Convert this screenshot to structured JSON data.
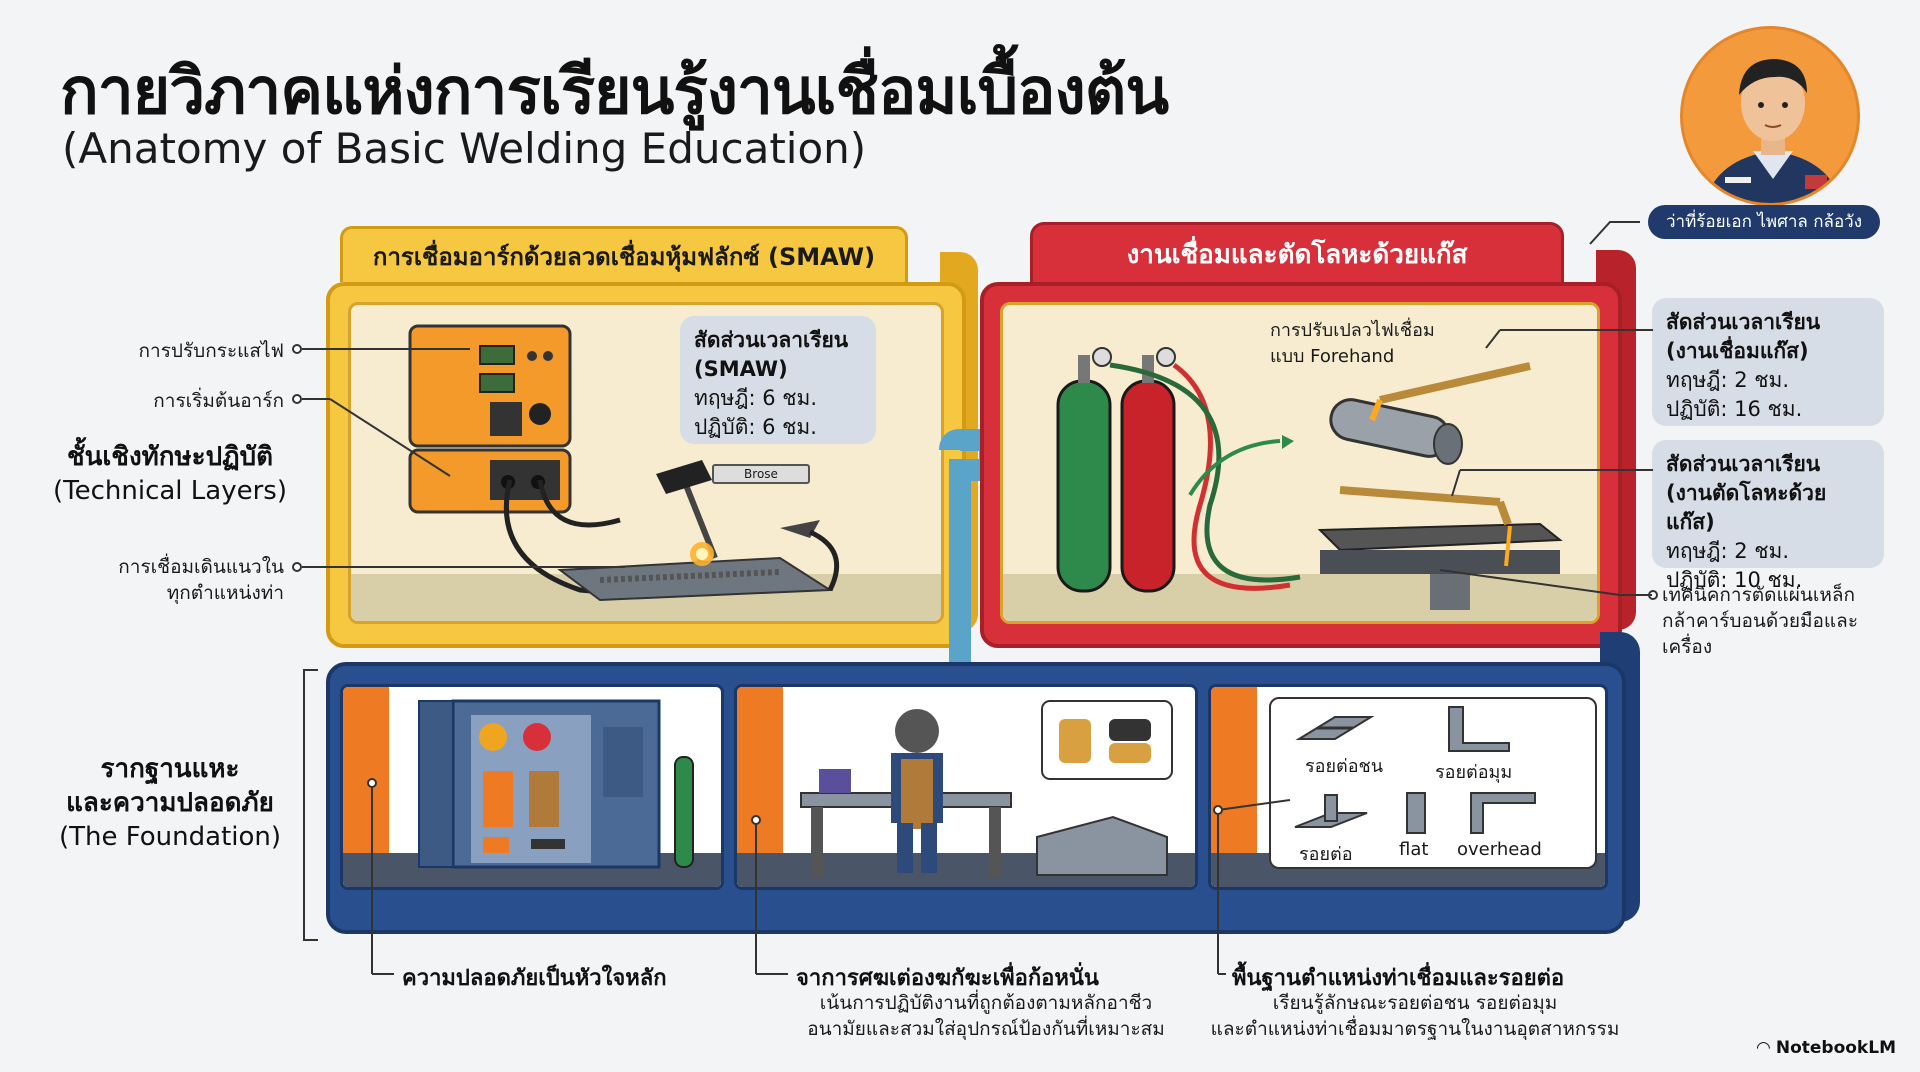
{
  "header": {
    "title_th": "กายวิภาคแห่งการเรียนรู้งานเชื่อมเบื้องต้น",
    "title_en": "(Anatomy of Basic Welding Education)"
  },
  "author": {
    "name": "ว่าที่ร้อยเอก ไพศาล กล้อวัง"
  },
  "sections": {
    "technical_label_th": "ชั้นเชิงทักษะปฏิบัติ",
    "technical_label_en": "(Technical Layers)",
    "foundation_label_th_1": "รากฐานแหะ",
    "foundation_label_th_2": "และความปลอดภัย",
    "foundation_label_en": "(The Foundation)"
  },
  "smaw": {
    "tab": "การเชื่อมอาร์กด้วยลวดเชื่อมหุ้มฟลักซ์ (SMAW)",
    "info_title_1": "สัดส่วนเวลาเรียน",
    "info_title_2": "(SMAW)",
    "theory": "ทฤษฎี: 6 ชม.",
    "practice": "ปฏิบัติ: 6 ชม.",
    "electrode_tag": "Brose",
    "callouts": {
      "current": "การปรับกระแสไฟ",
      "arc_start": "การเริ่มต้นอาร์ก",
      "bead_1": "การเชื่อมเดินแนวใน",
      "bead_2": "ทุกตำแหน่งท่า"
    }
  },
  "gas": {
    "tab": "งานเชื่อมและตัดโลหะด้วยแก๊ส",
    "flame_1": "การปรับเปลวไฟเชื่อม",
    "flame_2": "แบบ Forehand",
    "weld_box": {
      "title_1": "สัดส่วนเวลาเรียน",
      "title_2": "(งานเชื่อมแก๊ส)",
      "theory": "ทฤษฎี: 2 ชม.",
      "practice": "ปฏิบัติ: 16 ชม."
    },
    "cut_box": {
      "title_1": "สัดส่วนเวลาเรียน",
      "title_2": "(งานตัดโลหะด้วยแก๊ส)",
      "theory": "ทฤษฎี: 2 ชม.",
      "practice": "ปฏิบัติ: 10 ชม."
    },
    "cut_note_1": "เทคนิคการตัดแผ่นเหล็ก",
    "cut_note_2": "กล้าคาร์บอนด้วยมือและ",
    "cut_note_3": "เครื่อง"
  },
  "joints": {
    "butt": "รอยต่อชน",
    "corner": "รอยต่อมุม",
    "tee": "รอยต่อ",
    "flat": "flat",
    "overhead": "overhead"
  },
  "bottom": {
    "safety_title": "ความปลอดภัยเป็นหัวใจหลัก",
    "practice_title": "จาการศฆเต่องฆกัฆะเพื่อก้อหนั่น",
    "practice_text_1": "เน้นการปฏิบัติงานที่ถูกต้องตามหลักอาชีว",
    "practice_text_2": "อนามัยและสวมใส่อุปกรณ์ป้องกันที่เหมาะสม",
    "position_title": "พื้นฐานตำแหน่งท่าเชื่อมและรอยต่อ",
    "position_text_1": "เรียนรู้ลักษณะรอยต่อชน รอยต่อมุม",
    "position_text_2": "และตำแหน่งท่าเชื่อมมาตรฐานในงานอุตสาหกรรม"
  },
  "brand": "NotebookLM",
  "colors": {
    "smaw_yellow": "#f6c842",
    "gas_red": "#d8303a",
    "foundation_blue": "#2a4f8f",
    "accent_orange": "#ef7a24"
  }
}
